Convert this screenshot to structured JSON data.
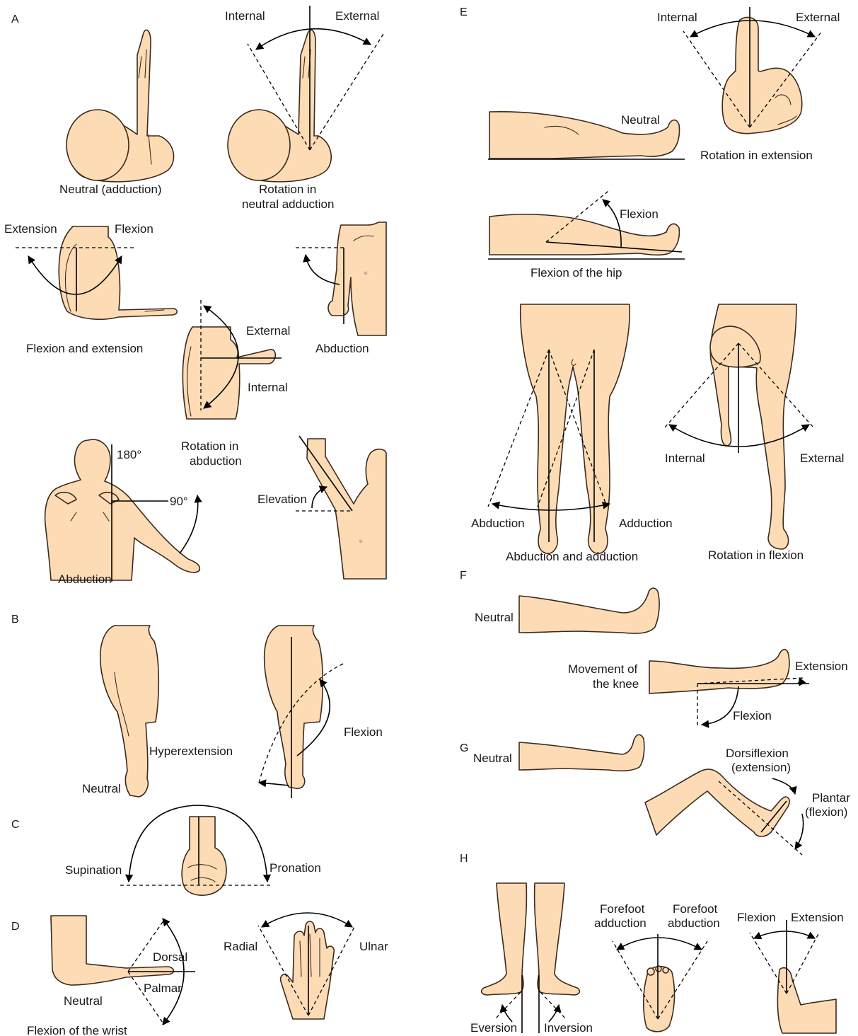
{
  "colors": {
    "skin": "#fddcb5",
    "outline": "#3a2a1e",
    "line": "#000000"
  },
  "sections": {
    "A": "A",
    "B": "B",
    "C": "C",
    "D": "D",
    "E": "E",
    "F": "F",
    "G": "G",
    "H": "H"
  },
  "A": {
    "internal": "Internal",
    "external": "External",
    "neutral_adduction": "Neutral (adduction)",
    "rotation_neutral_1": "Rotation in",
    "rotation_neutral_2": "neutral adduction",
    "extension": "Extension",
    "flexion": "Flexion",
    "flexion_and_extension": "Flexion and extension",
    "rot_external": "External",
    "rot_internal": "Internal",
    "rotation_abduction_1": "Rotation in",
    "rotation_abduction_2": "abduction",
    "abduction_side": "Abduction",
    "deg_180": "180°",
    "deg_90": "90°",
    "abduction_back": "Abduction",
    "elevation": "Elevation"
  },
  "B": {
    "hyperextension": "Hyperextension",
    "neutral": "Neutral",
    "flexion": "Flexion"
  },
  "C": {
    "supination": "Supination",
    "pronation": "Pronation"
  },
  "D": {
    "dorsal": "Dorsal",
    "palmar": "Palmar",
    "neutral": "Neutral",
    "flexion_wrist": "Flexion of the wrist",
    "radial": "Radial",
    "ulnar": "Ulnar"
  },
  "E": {
    "internal": "Internal",
    "external": "External",
    "neutral": "Neutral",
    "rotation_extension": "Rotation in extension",
    "flexion": "Flexion",
    "flexion_hip": "Flexion of the hip",
    "abduction": "Abduction",
    "adduction": "Adduction",
    "abduction_and_adduction": "Abduction and adduction",
    "rot_internal": "Internal",
    "rot_external": "External",
    "rotation_flexion": "Rotation in flexion"
  },
  "F": {
    "neutral": "Neutral",
    "movement_1": "Movement of",
    "movement_2": "the knee",
    "extension": "Extension",
    "flexion": "Flexion"
  },
  "G": {
    "neutral": "Neutral",
    "dorsiflexion_1": "Dorsiflexion",
    "dorsiflexion_2": "(extension)",
    "plantar_1": "Plantar",
    "plantar_2": "(flexion)"
  },
  "H": {
    "eversion": "Eversion",
    "inversion": "Inversion",
    "forefoot_1a": "Forefoot",
    "forefoot_1b": "adduction",
    "forefoot_2a": "Forefoot",
    "forefoot_2b": "abduction",
    "flexion": "Flexion",
    "extension": "Extension"
  }
}
